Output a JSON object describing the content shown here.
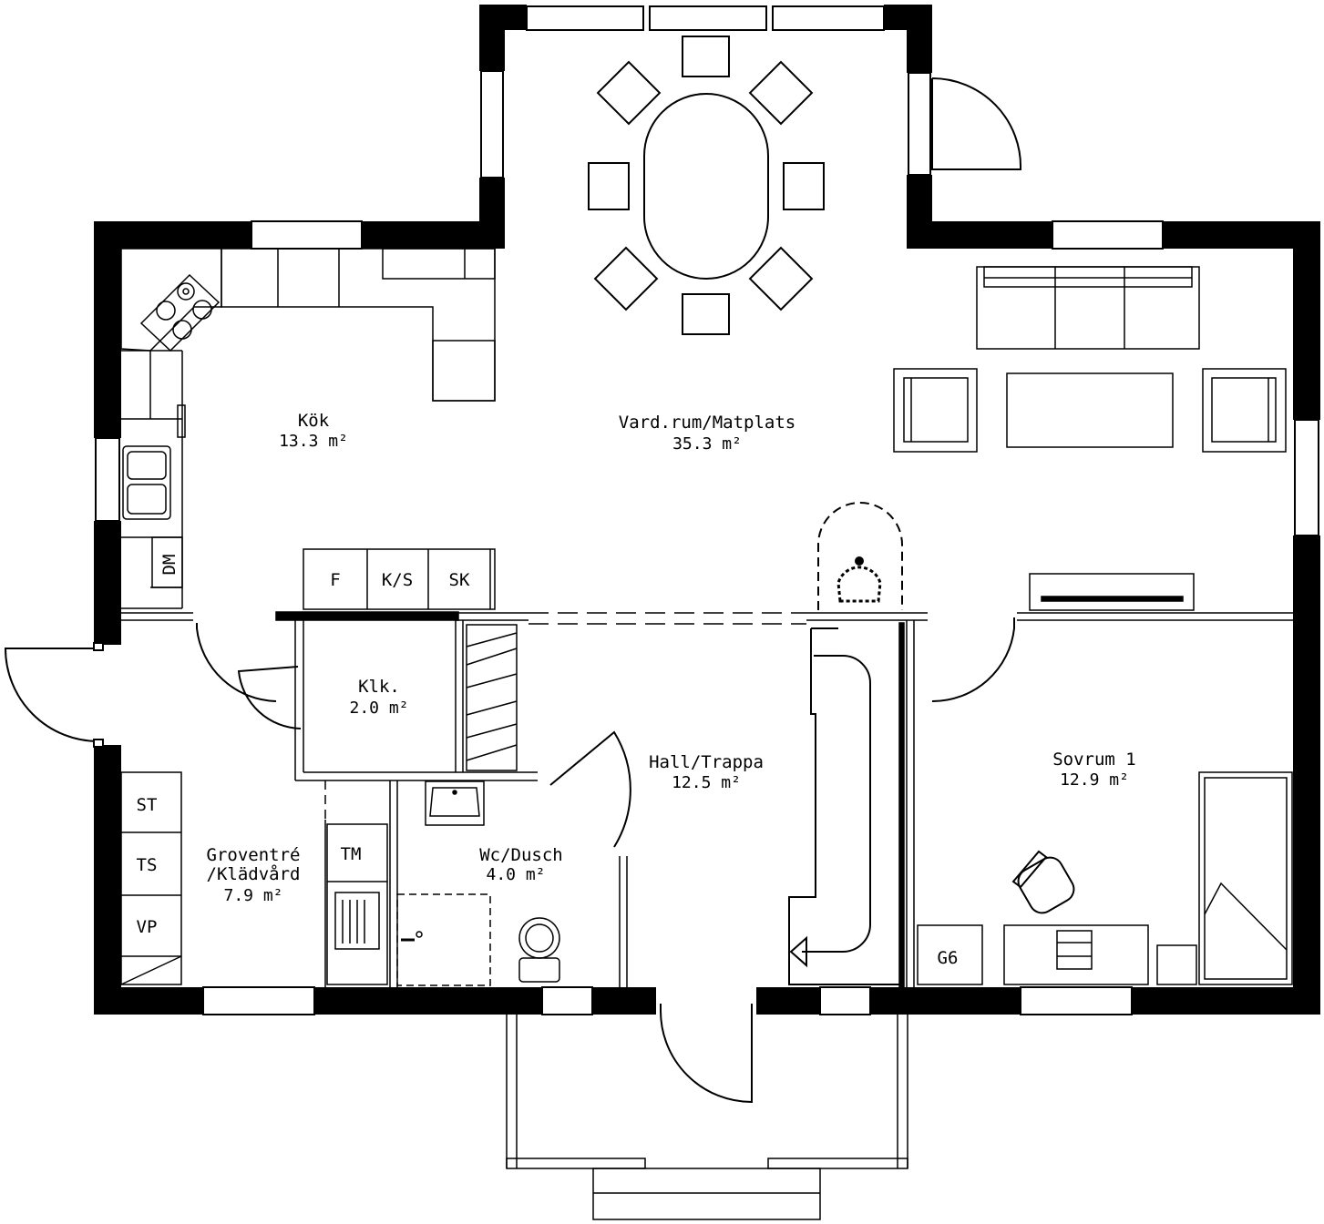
{
  "rooms": {
    "kok": {
      "name": "Kök",
      "area": "13.3 m²"
    },
    "vardrum": {
      "name": "Vard.rum/Matplats",
      "area": "35.3 m²"
    },
    "klk": {
      "name": "Klk.",
      "area": "2.0 m²"
    },
    "hall": {
      "name": "Hall/Trappa",
      "area": "12.5 m²"
    },
    "sovrum": {
      "name": "Sovrum 1",
      "area": "12.9 m²"
    },
    "groventre": {
      "name1": "Groventré",
      "name2": "/Klädvård",
      "area": "7.9 m²"
    },
    "wc": {
      "name": "Wc/Dusch",
      "area": "4.0 m²"
    }
  },
  "fixtures": {
    "fridge": "F",
    "fridge_freezer": "K/S",
    "cabinet": "SK",
    "dishwasher": "DM",
    "drying_cabinet": "ST",
    "dryer": "TS",
    "water_heater": "VP",
    "washer": "TM",
    "wardrobe": "G6"
  },
  "colors": {
    "wall": "#000000",
    "line": "#000000",
    "background": "#ffffff"
  }
}
